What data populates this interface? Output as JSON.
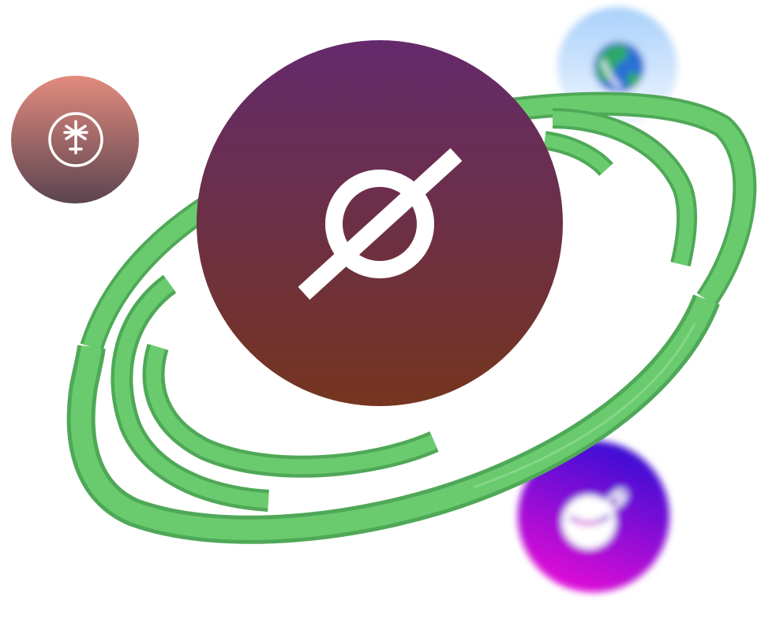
{
  "scene": {
    "background": "#ffffff",
    "ring_color": "#6acb6e",
    "ring_shadow": "#4fa857",
    "ring_highlight": "#9fe0a0"
  },
  "main_badge": {
    "icon": "empty-set-icon",
    "gradient_top": "#642a6c",
    "gradient_bottom": "#75351f",
    "glyph_color": "#ffffff"
  },
  "side_badges": [
    {
      "icon": "asterisk-anchor-icon",
      "gradient_top": "#e28b7e",
      "gradient_bottom": "#5b4450",
      "glyph_color": "#ffffff",
      "focus": "sharp"
    },
    {
      "icon": "globe-icon",
      "gradient_top": "#a9d0fb",
      "gradient_bottom": "#eef6ff",
      "glyph_color": "#2f7bd8",
      "focus": "blurred"
    },
    {
      "icon": "potion-flask-icon",
      "gradient_top": "#3a10d2",
      "gradient_bottom": "#e208d8",
      "glyph_color": "#ffffff",
      "focus": "blurred"
    }
  ]
}
